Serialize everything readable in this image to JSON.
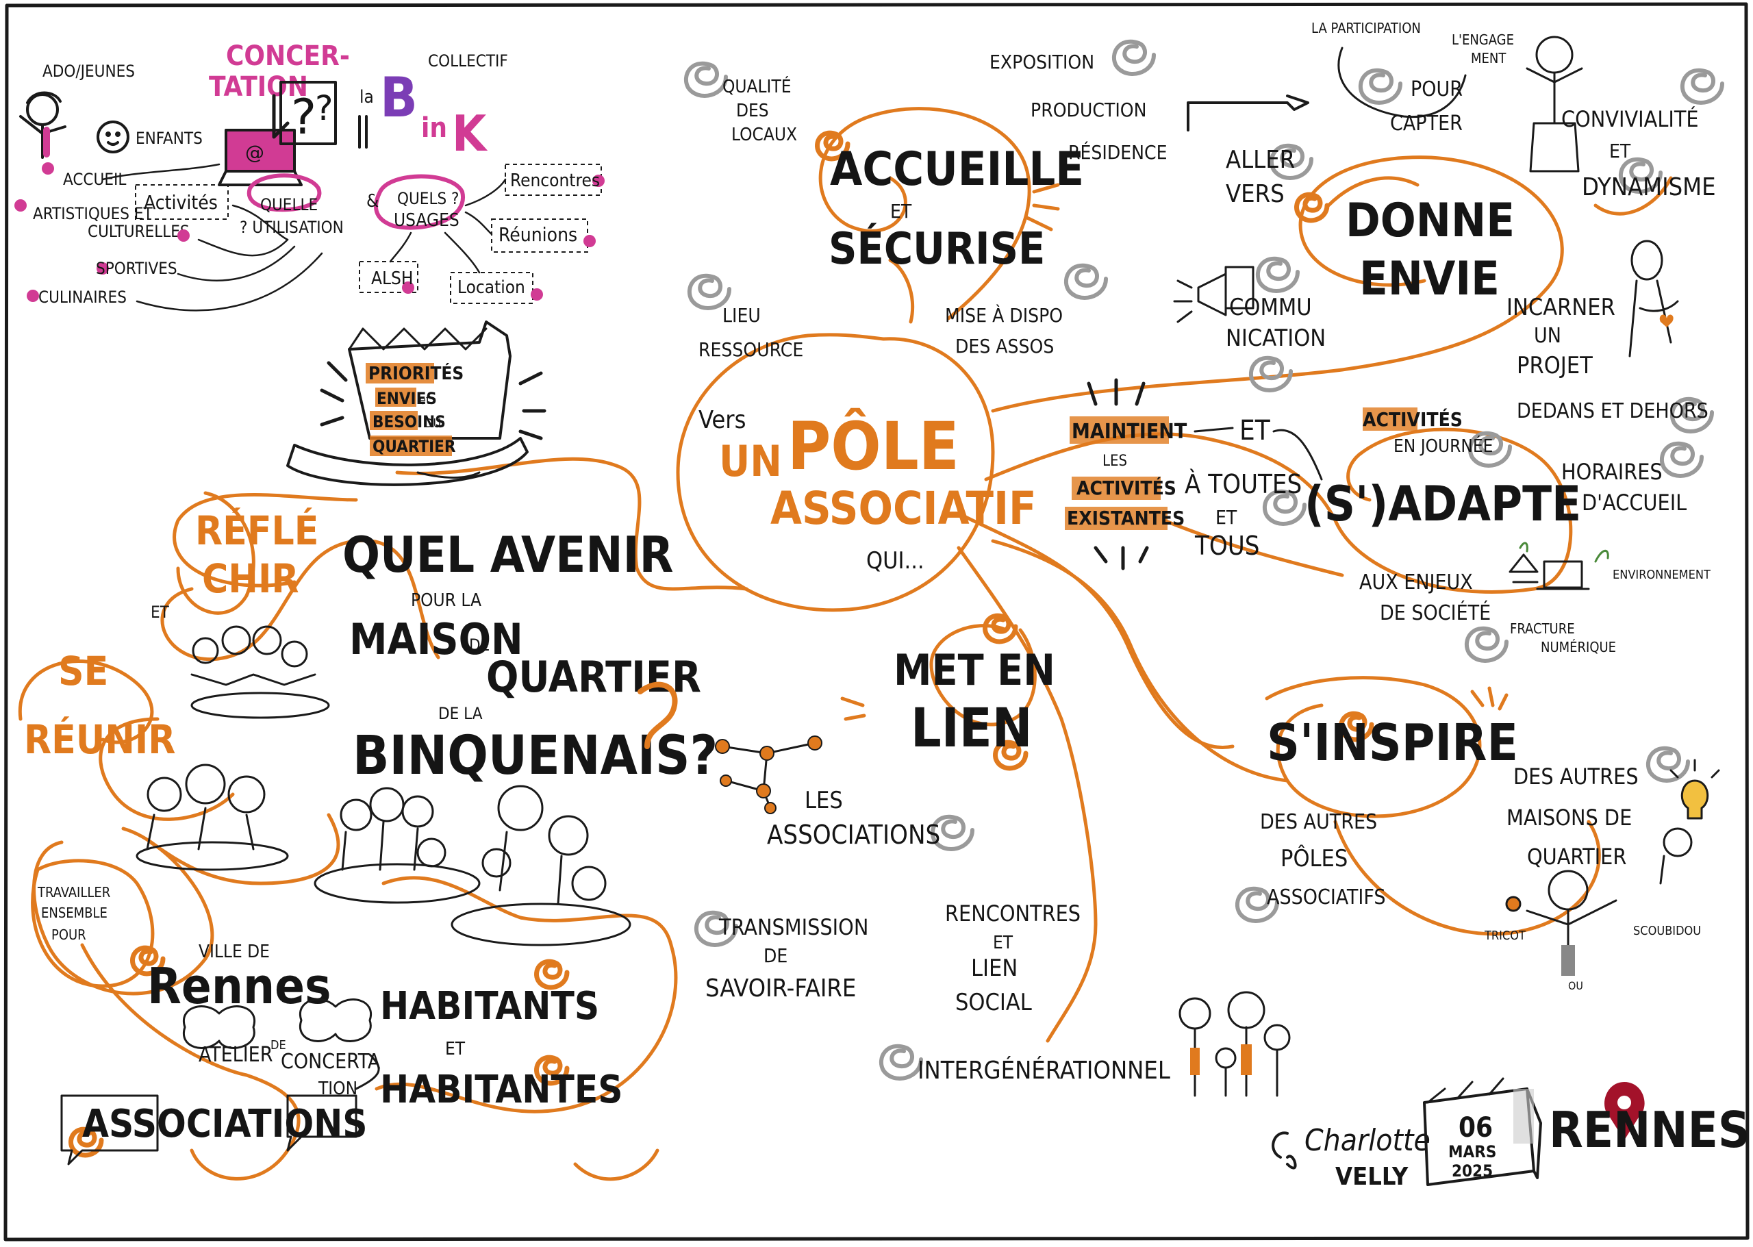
{
  "colors": {
    "accent": "#e07a1e",
    "ink": "#151515",
    "magenta": "#d13b94",
    "purple": "#7b3db5",
    "grey_swirl": "#9a9a9a",
    "pin_red": "#a3122a"
  },
  "concertation": {
    "title_line1": "CONCER-",
    "title_line2": "TATION",
    "collectif": "COLLECTIF",
    "la": "la",
    "logo_b": "B",
    "logo_in": "in",
    "logo_k": "K",
    "ado_jeunes": "ADO/JEUNES",
    "enfants": "ENFANTS",
    "accueil": "ACCUEIL",
    "activites": "Activités",
    "artistiques": "ARTISTIQUES ET",
    "culturelles": "CULTURELLES",
    "sportives": "SPORTIVES",
    "culinaires": "CULINAIRES",
    "quelle_1": "QUELLE",
    "quelle_2": "? UTILISATION",
    "quels_1": "QUELS ?",
    "quels_2": "USAGES",
    "rencontres": "Rencontres",
    "reunions": "Réunions",
    "alsh": "ALSH",
    "location": "Location"
  },
  "priorites": {
    "l1": "PRIORITÉS",
    "l2": "ENVIES",
    "et": "et",
    "l3": "BESOINS",
    "du": "DU",
    "l4": "QUARTIER"
  },
  "left": {
    "refle": "RÉFLÉ",
    "chir": "CHIR",
    "et": "ET",
    "se": "SE",
    "reunir": "RÉUNIR",
    "travailler_1": "TRAVAILLER",
    "travailler_2": "ENSEMBLE",
    "travailler_3": "POUR"
  },
  "question": {
    "quel_avenir": "QUEL AVENIR",
    "pour_la": "POUR LA",
    "maison": "MAISON",
    "de": "DE",
    "quartier": "QUARTIER",
    "de_la": "DE LA",
    "binquenais": "BINQUENAIS?"
  },
  "partners": {
    "ville_de": "VILLE DE",
    "rennes": "Rennes",
    "atelier_1": "ATELIER",
    "atelier_de": "DE",
    "atelier_2": "CONCERTA",
    "atelier_3": "TION",
    "habitants": "HABITANTS",
    "et": "ET",
    "habitantes": "HABITANTES",
    "associations": "ASSOCIATIONS"
  },
  "center": {
    "vers": "Vers",
    "un": "UN",
    "pole": "PÔLE",
    "associatif": "ASSOCIATIF",
    "qui": "QUI..."
  },
  "accueille": {
    "qualite_1": "QUALITÉ",
    "qualite_2": "DES",
    "qualite_3": "LOCAUX",
    "title_1": "ACCUEILLE",
    "title_2": "ET",
    "title_3": "SÉCURISE",
    "exposition": "EXPOSITION",
    "production": "PRODUCTION",
    "residence": "RÉSIDENCE",
    "lieu_1": "LIEU",
    "lieu_2": "RESSOURCE",
    "mise_1": "MISE À DISPO",
    "mise_2": "DES ASSOS"
  },
  "donne": {
    "participation": "LA PARTICIPATION",
    "engagement_1": "L'ENGAGE",
    "engagement_2": "MENT",
    "pour": "POUR",
    "capter": "CAPTER",
    "convivialite": "CONVIVIALITÉ",
    "et": "ET",
    "dynamisme": "DYNAMISME",
    "aller": "ALLER",
    "vers": "VERS",
    "title_1": "DONNE",
    "title_2": "ENVIE",
    "commu_1": "COMMU",
    "commu_2": "NICATION",
    "incarner_1": "INCARNER",
    "incarner_2": "UN",
    "incarner_3": "PROJET"
  },
  "adapte": {
    "maintient": "MAINTIENT",
    "les": "LES",
    "activites": "ACTIVITÉS",
    "existantes": "EXISTANTES",
    "et": "ET",
    "a_toutes": "À TOUTES",
    "et2": "ET",
    "tous": "TOUS",
    "activites_journee_1": "ACTIVITÉS",
    "activites_journee_2": "EN JOURNÉE",
    "dedans": "DEDANS ET DEHORS",
    "horaires_1": "HORAIRES",
    "horaires_2": "D'ACCUEIL",
    "title": "(S')ADAPTE",
    "enjeux_1": "AUX ENJEUX",
    "enjeux_2": "DE SOCIÉTÉ",
    "environnement": "ENVIRONNEMENT",
    "fracture_1": "FRACTURE",
    "fracture_2": "NUMÉRIQUE"
  },
  "lien": {
    "title_1": "MET EN",
    "title_2": "LIEN",
    "les": "LES",
    "associations": "ASSOCIATIONS",
    "transmission_1": "TRANSMISSION",
    "transmission_2": "DE",
    "transmission_3": "SAVOIR-FAIRE",
    "rencontres_1": "RENCONTRES",
    "rencontres_2": "ET",
    "rencontres_3": "LIEN",
    "rencontres_4": "SOCIAL",
    "intergen": "INTERGÉNÉRATIONNEL"
  },
  "inspire": {
    "title": "S'INSPIRE",
    "poles_1": "DES AUTRES",
    "poles_2": "PÔLES",
    "poles_3": "ASSOCIATIFS",
    "maisons_1": "DES AUTRES",
    "maisons_2": "MAISONS DE",
    "maisons_3": "QUARTIER",
    "tricot": "TRICOT",
    "scoubidou": "SCOUBIDOU",
    "ou": "OU"
  },
  "signature": {
    "name_1": "Charlotte",
    "name_2": "VELLY",
    "day": "06",
    "month": "MARS",
    "year": "2025",
    "rennes": "RENNES"
  }
}
